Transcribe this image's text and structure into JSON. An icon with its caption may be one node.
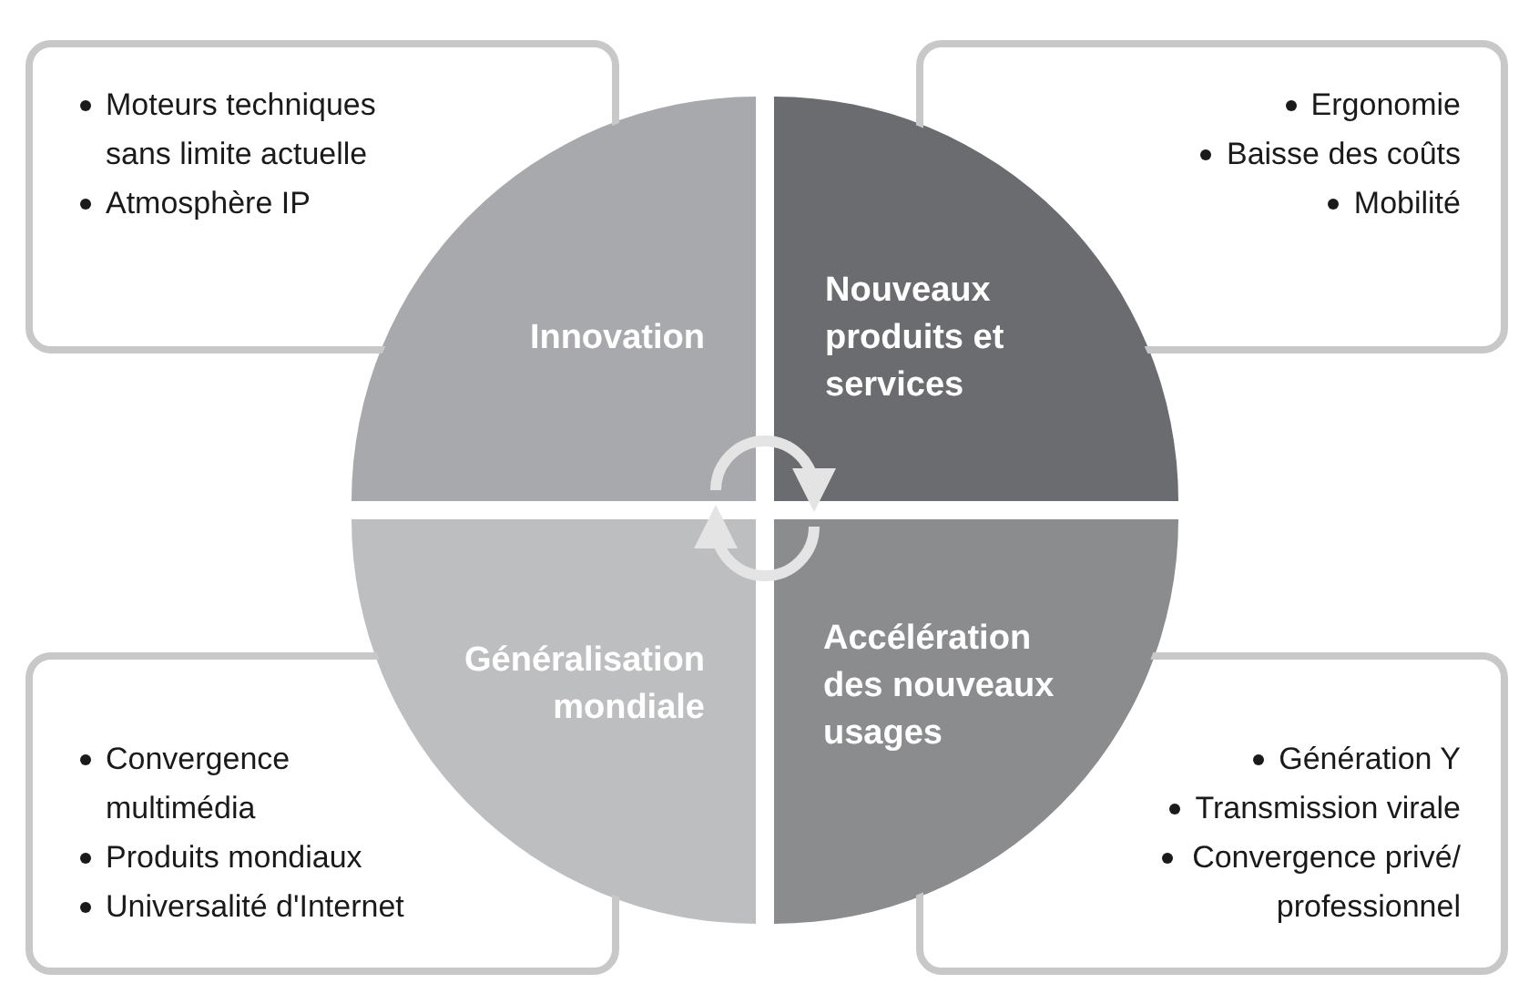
{
  "diagram": {
    "nodes": [
      {
        "text": [
          "Moteurs techniques sans limite actuelle",
          "Atmosphère IP"
        ]
      },
      {
        "text": [
          "Ergonomie",
          "Baisse des coûts",
          "Mobilité"
        ]
      },
      {
        "text": [
          "Innovation"
        ]
      },
      {
        "text": [
          "Nouveaux produits et services"
        ]
      },
      {
        "text": [
          "Généralisation mondiale"
        ]
      },
      {
        "text": [
          "Accélération des nouveaux usages"
        ]
      },
      {
        "text": [
          "Convergence multimédia",
          "Produits mondiaux",
          "Universalité d'Internet"
        ]
      },
      {
        "text": [
          "Génération Y",
          "Transmission virale",
          "Convergence privé/ professionnel"
        ]
      }
    ],
    "edges": [
      {
        "from": 2,
        "to": 3,
        "arrow": "to"
      },
      {
        "from": 5,
        "to": 4,
        "arrow": "to"
      }
    ]
  }
}
